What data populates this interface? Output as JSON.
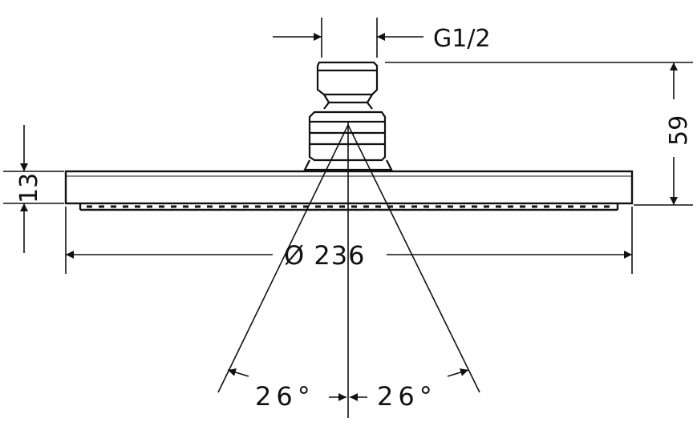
{
  "dimensions": {
    "thread": "G1/2",
    "height_total": "59",
    "head_thickness": "13",
    "diameter": "Ø 236",
    "spray_angle_left": "26°",
    "spray_angle_right": "26°"
  },
  "colors": {
    "ink": "#111111",
    "background": "#ffffff"
  }
}
